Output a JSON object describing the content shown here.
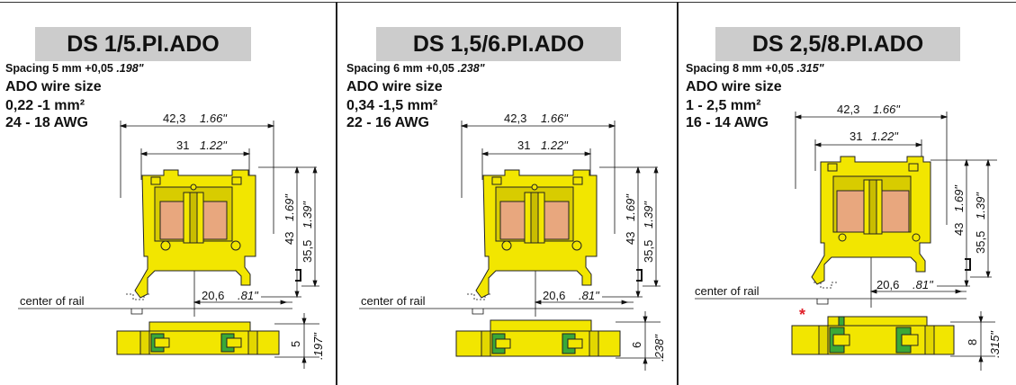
{
  "panels": [
    {
      "title": "DS 1/5.PI.ADO",
      "spacing_text": "Spacing 5 mm +0,05 ",
      "spacing_inch": ".198\"",
      "wire_label": "ADO wire size",
      "wire_mm": "0,22 -1 mm²",
      "wire_awg": "24 - 18 AWG",
      "width_mm": "42,3",
      "width_in": "1.66\"",
      "inner_mm": "31",
      "inner_in": "1.22\"",
      "height_mm": "43",
      "height_in": "1.69\"",
      "rail_h_mm": "35,5",
      "rail_h_in": "1.39\"",
      "center_label": "center of rail",
      "offset_mm": "20,6",
      "offset_in": ".81\"",
      "spacing_mm": "5",
      "spacing_in2": ".197\""
    },
    {
      "title": "DS 1,5/6.PI.ADO",
      "spacing_text": "Spacing 6 mm +0,05 ",
      "spacing_inch": ".238\"",
      "wire_label": "ADO wire size",
      "wire_mm": "0,34 -1,5 mm²",
      "wire_awg": "22 - 16 AWG",
      "width_mm": "42,3",
      "width_in": "1.66\"",
      "inner_mm": "31",
      "inner_in": "1.22\"",
      "height_mm": "43",
      "height_in": "1.69\"",
      "rail_h_mm": "35,5",
      "rail_h_in": "1.39\"",
      "center_label": "center of rail",
      "offset_mm": "20,6",
      "offset_in": ".81\"",
      "spacing_mm": "6",
      "spacing_in2": ".238\""
    },
    {
      "title": "DS 2,5/8.PI.ADO",
      "spacing_text": "Spacing 8 mm +0,05 ",
      "spacing_inch": ".315\"",
      "wire_label": "ADO wire size",
      "wire_mm": "1 - 2,5 mm²",
      "wire_awg": "16 - 14 AWG",
      "width_mm": "42,3",
      "width_in": "1.66\"",
      "inner_mm": "31",
      "inner_in": "1.22\"",
      "height_mm": "43",
      "height_in": "1.69\"",
      "rail_h_mm": "35,5",
      "rail_h_in": "1.39\"",
      "center_label": "center of rail",
      "offset_mm": "20,6",
      "offset_in": ".81\"",
      "spacing_mm": "8",
      "spacing_in2": ".315\"",
      "note_mark": "*"
    }
  ],
  "colors": {
    "housing_yellow": "#f2e600",
    "contact_copper": "#e8a77e",
    "marker_green": "#3aa838",
    "title_bg": "#cccccc",
    "note_red": "#e0202a"
  }
}
